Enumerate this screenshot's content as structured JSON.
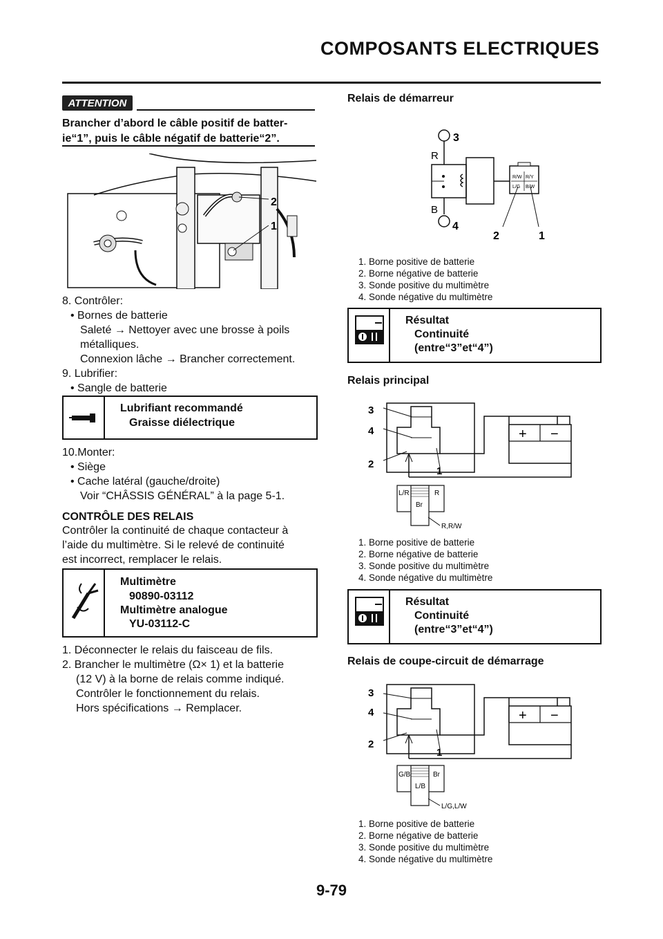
{
  "header": {
    "title": "COMPOSANTS ELECTRIQUES"
  },
  "attention": {
    "badge": "ATTENTION",
    "line1": "Brancher d’abord le câble positif de batter-",
    "line2": "ie“1”, puis le câble négatif de batterie“2”."
  },
  "photo": {
    "callout1": "1",
    "callout2": "2"
  },
  "steps": {
    "s8": "8. Contrôler:",
    "s8_b": "• Bornes de batterie",
    "s8_l1": "Saleté → Nettoyer avec une brosse à poils",
    "s8_l2": "métalliques.",
    "s8_l3": "Connexion lâche → Brancher correctement.",
    "s9": "9. Lubrifier:",
    "s9_b": "• Sangle de batterie",
    "s10": "10.Monter:",
    "s10_b1": "• Siège",
    "s10_b2": "• Cache latéral (gauche/droite)",
    "s10_l": "Voir “CHÂSSIS GÉNÉRAL” à la page 5-1."
  },
  "lube_box": {
    "title": "Lubrifiant recommandé",
    "value": "Graisse diélectrique"
  },
  "relay_check": {
    "heading": "CONTRÔLE DES RELAIS",
    "p1": "Contrôler la continuité de chaque contacteur à",
    "p2": "l’aide du multimètre. Si le relevé de continuité",
    "p3": "est incorrect, remplacer le relais."
  },
  "tool_box": {
    "t1": "Multimètre",
    "v1": "90890-03112",
    "t2": "Multimètre analogue",
    "v2": "YU-03112-C"
  },
  "instructions": {
    "i1": "1.  Déconnecter le relais du faisceau de fils.",
    "i2": "2.  Brancher le multimètre (Ω× 1) et la batterie",
    "i2b": "(12 V) à la borne de relais comme indiqué.",
    "i2c": "Contrôler le fonctionnement du relais.",
    "i2d": "Hors spécifications → Remplacer."
  },
  "starter_relay": {
    "title": "Relais de démarreur",
    "labels": {
      "n3": "3",
      "n4": "4",
      "n2": "2",
      "n1": "1",
      "r": "R",
      "b": "B",
      "c1": "R/W",
      "c2": "R/Y",
      "c3": "L/G",
      "c4": "B/W"
    },
    "captions": [
      "1. Borne positive de batterie",
      "2. Borne négative de batterie",
      "3. Sonde positive du multimètre",
      "4. Sonde négative du multimètre"
    ]
  },
  "result1": {
    "title": "Résultat",
    "l1": "Continuité",
    "l2": "(entre“3”et“4”)"
  },
  "main_relay": {
    "title": "Relais principal",
    "labels": {
      "n3": "3",
      "n4": "4",
      "n2": "2",
      "n1": "1",
      "plus": "+",
      "minus": "−",
      "c1": "L/R",
      "c2": "R",
      "c3": "Br",
      "wire": "R,R/W"
    },
    "captions": [
      "1. Borne positive de batterie",
      "2. Borne négative de batterie",
      "3. Sonde positive du multimètre",
      "4. Sonde négative du multimètre"
    ]
  },
  "result2": {
    "title": "Résultat",
    "l1": "Continuité",
    "l2": "(entre“3”et“4”)"
  },
  "cutoff_relay": {
    "title": "Relais de coupe-circuit de démarrage",
    "labels": {
      "n3": "3",
      "n4": "4",
      "n2": "2",
      "n1": "1",
      "plus": "+",
      "minus": "−",
      "c1": "G/B",
      "c2": "Br",
      "c3": "L/B",
      "wire": "L/G,L/W"
    },
    "captions": [
      "1. Borne positive de batterie",
      "2. Borne négative de batterie",
      "3. Sonde positive du multimètre",
      "4. Sonde négative du multimètre"
    ]
  },
  "footer": {
    "page": "9-79"
  }
}
